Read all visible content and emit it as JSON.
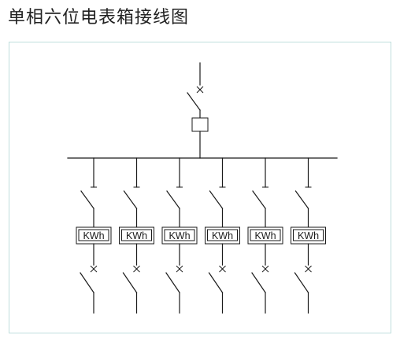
{
  "title": "单相六位电表箱接线图",
  "diagram": {
    "meter_count": 6,
    "meter_label": "KWh"
  },
  "colors": {
    "frame_border": "#bfdedd",
    "line": "#1a1a1a",
    "title_text": "#222222"
  }
}
